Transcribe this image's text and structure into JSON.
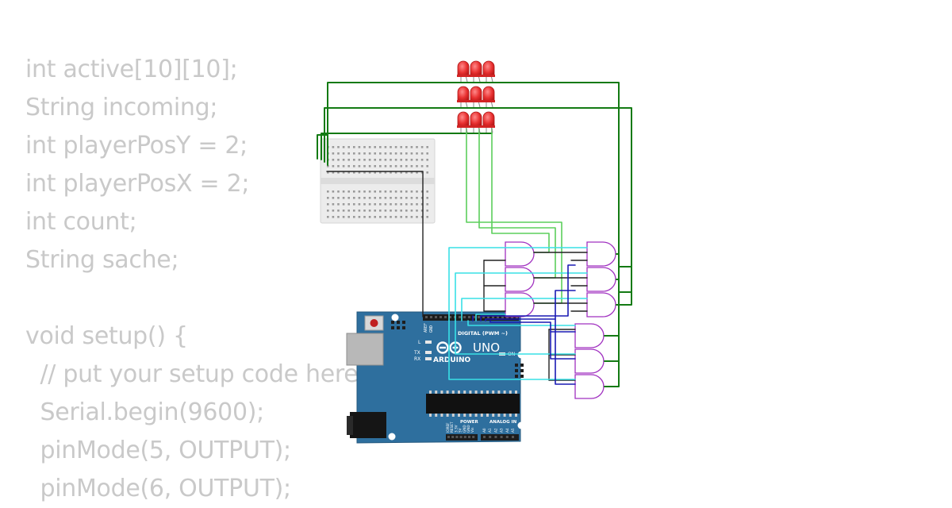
{
  "code_lines": [
    "int active[10][10];",
    "String incoming;",
    "int playerPosY = 2;",
    "int playerPosX = 2;",
    "int count;",
    "String sache;",
    "",
    "void setup() {",
    "  // put your setup code here",
    "  Serial.begin(9600);",
    "  pinMode(5, OUTPUT);",
    "  pinMode(6, OUTPUT);"
  ],
  "board": {
    "brand": "ARDUINO",
    "model": "UNO",
    "digital_label": "DIGITAL (PWM ~)",
    "power_label": "POWER",
    "analog_label": "ANALOG IN",
    "on_label": "ON",
    "tx_label": "TX",
    "rx_label": "RX",
    "l_label": "L",
    "aref_label": "AREF",
    "gnd_label": "GND",
    "power_pins": [
      "IOREF",
      "RESET",
      "3.3V",
      "5V",
      "GND",
      "GND",
      "Vin"
    ],
    "analog_pins": [
      "A0",
      "A1",
      "A2",
      "A3",
      "A4",
      "A5"
    ]
  },
  "colors": {
    "code_text": "#c9c9c9",
    "board": "#2e6f9e",
    "wire_dark_green": "#137a13",
    "wire_light_green": "#5ccf5c",
    "wire_cyan": "#39e0e6",
    "wire_blue": "#1a1ab4",
    "wire_black": "#222222",
    "gate_outline": "#a030c0",
    "led": "#e83030"
  },
  "components": {
    "led_count": 9,
    "and_gate_count": 9
  }
}
